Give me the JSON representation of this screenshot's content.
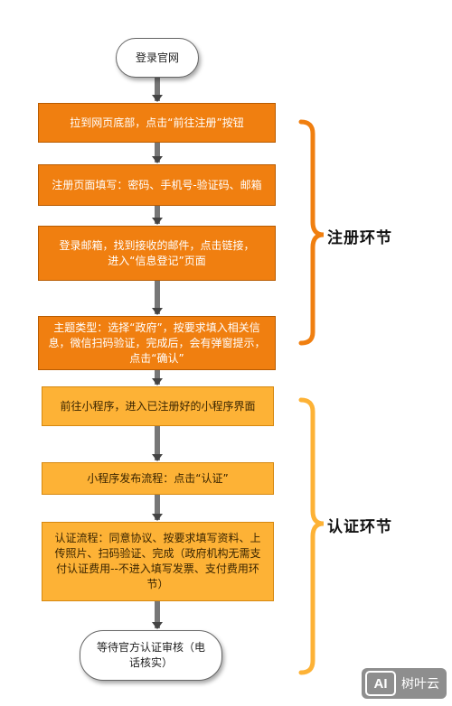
{
  "flowchart": {
    "start": "登录官网",
    "steps": [
      "拉到网页底部，点击“前往注册”按钮",
      "注册页面填写：密码、手机号-验证码、邮箱",
      "登录邮箱，找到接收的邮件，点击链接，进入“信息登记”页面",
      "主题类型：选择“政府”，按要求填入相关信息，微信扫码验证，完成后，会有弹窗提示，点击“确认”",
      "前往小程序，进入已注册好的小程序界面",
      "小程序发布流程：点击“认证”",
      "认证流程：同意协议、按要求填写资料、上传照片、扫码验证、完成（政府机构无需支付认证费用--不进入填写发票、支付费用环节）"
    ],
    "end": "等待官方认证审核（电话核实）",
    "group_labels": [
      "注册环节",
      "认证环节"
    ]
  },
  "watermark": {
    "logo": "AI",
    "text": "树叶云"
  },
  "colors": {
    "orange": "#f07f10",
    "yellow": "#fdb236",
    "connector": "#777777"
  }
}
